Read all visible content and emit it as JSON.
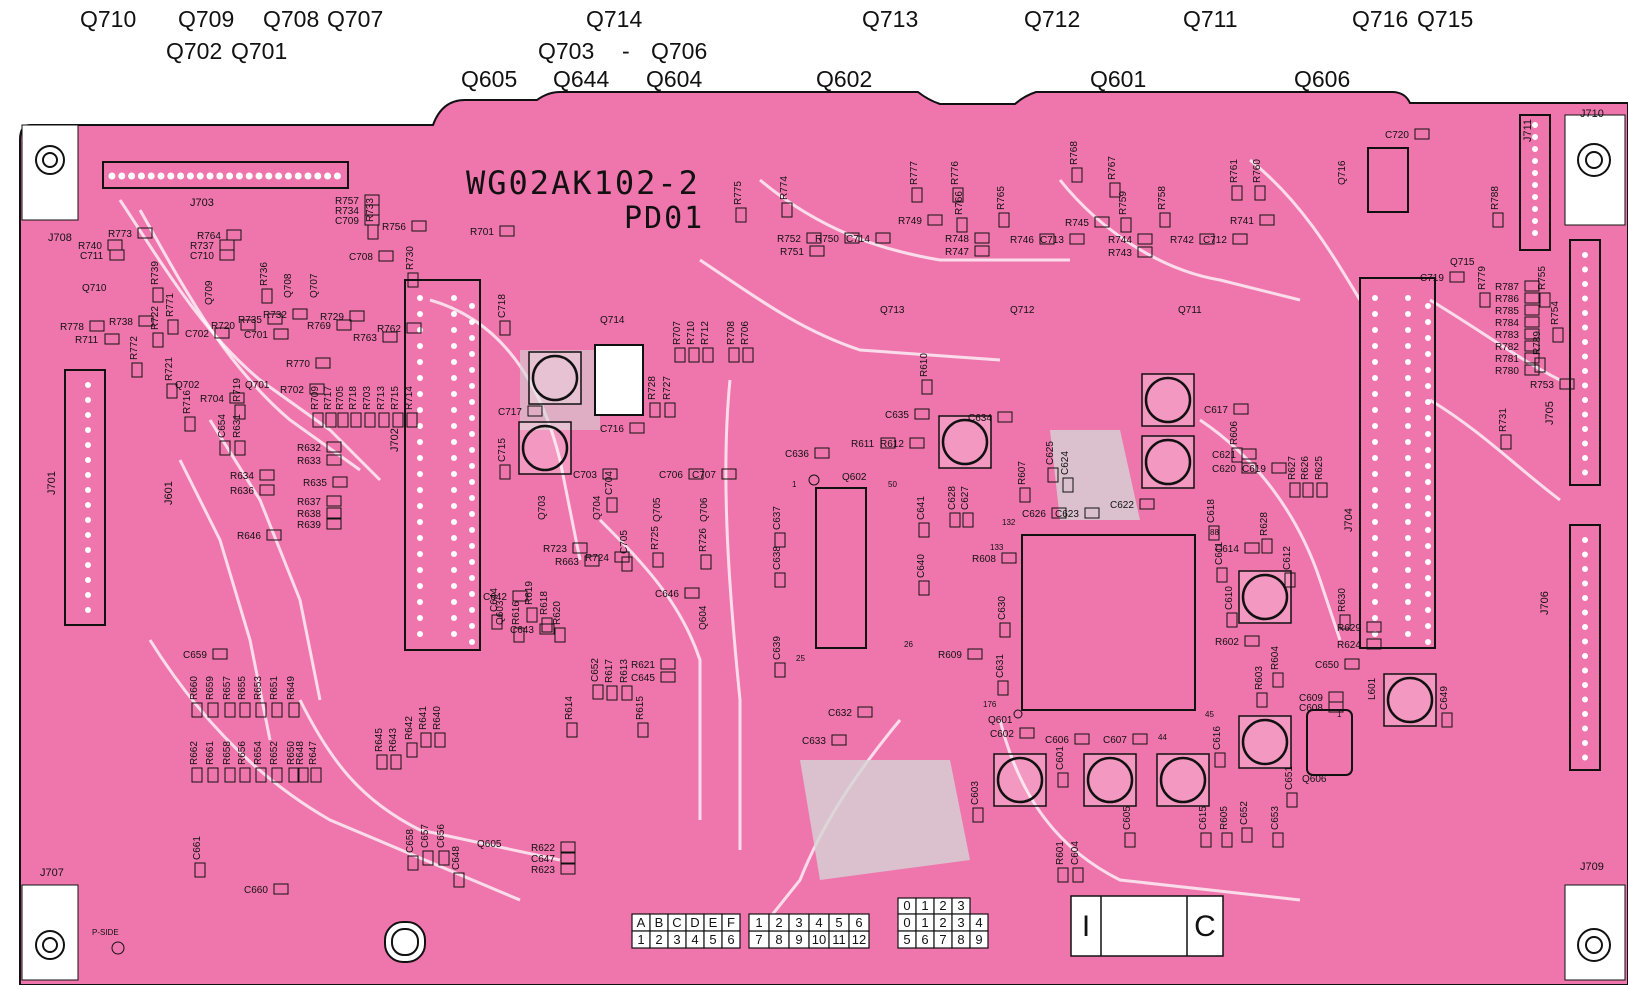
{
  "top_labels": [
    {
      "id": "q710",
      "text": "Q710"
    },
    {
      "id": "q709",
      "text": "Q709"
    },
    {
      "id": "q708",
      "text": "Q708"
    },
    {
      "id": "q707",
      "text": "Q707"
    },
    {
      "id": "q714",
      "text": "Q714"
    },
    {
      "id": "q713",
      "text": "Q713"
    },
    {
      "id": "q712",
      "text": "Q712"
    },
    {
      "id": "q711",
      "text": "Q711"
    },
    {
      "id": "q716",
      "text": "Q716"
    },
    {
      "id": "q715",
      "text": "Q715"
    },
    {
      "id": "q702",
      "text": "Q702"
    },
    {
      "id": "q701",
      "text": "Q701"
    },
    {
      "id": "q703",
      "text": "Q703"
    },
    {
      "id": "dash",
      "text": "-"
    },
    {
      "id": "q706",
      "text": "Q706"
    },
    {
      "id": "q605",
      "text": "Q605"
    },
    {
      "id": "q644",
      "text": "Q644"
    },
    {
      "id": "q604",
      "text": "Q604"
    },
    {
      "id": "q602",
      "text": "Q602"
    },
    {
      "id": "q601",
      "text": "Q601"
    },
    {
      "id": "q606",
      "text": "Q606"
    }
  ],
  "board": {
    "part_number": "WG02AK102-2",
    "board_name": "PD01",
    "side_label": "P-SIDE"
  },
  "connectors": [
    {
      "id": "j703",
      "text": "J703"
    },
    {
      "id": "j708",
      "text": "J708"
    },
    {
      "id": "j701",
      "text": "J701"
    },
    {
      "id": "j702",
      "text": "J702"
    },
    {
      "id": "j601",
      "text": "J601"
    },
    {
      "id": "j704",
      "text": "J704"
    },
    {
      "id": "j705",
      "text": "J705"
    },
    {
      "id": "j706",
      "text": "J706"
    },
    {
      "id": "j707",
      "text": "J707"
    },
    {
      "id": "j709",
      "text": "J709"
    },
    {
      "id": "j710",
      "text": "J710"
    },
    {
      "id": "j711",
      "text": "J711"
    }
  ],
  "components": [
    {
      "id": "q714b",
      "text": "Q714"
    },
    {
      "id": "q713b",
      "text": "Q713"
    },
    {
      "id": "q712b",
      "text": "Q712"
    },
    {
      "id": "q711b",
      "text": "Q711"
    },
    {
      "id": "q716b",
      "text": "Q716"
    },
    {
      "id": "q715b",
      "text": "Q715"
    },
    {
      "id": "q602b",
      "text": "Q602"
    },
    {
      "id": "q601b",
      "text": "Q601"
    },
    {
      "id": "q606b",
      "text": "Q606"
    },
    {
      "id": "q605b",
      "text": "Q605"
    },
    {
      "id": "q604b",
      "text": "Q604"
    },
    {
      "id": "q603b",
      "text": "Q603"
    },
    {
      "id": "q703b",
      "text": "Q703"
    },
    {
      "id": "q704b",
      "text": "Q704"
    },
    {
      "id": "q705b",
      "text": "Q705"
    },
    {
      "id": "q706b",
      "text": "Q706"
    },
    {
      "id": "q701b",
      "text": "Q701"
    },
    {
      "id": "q702b",
      "text": "Q702"
    },
    {
      "id": "q707b",
      "text": "Q707"
    },
    {
      "id": "q708b",
      "text": "Q708"
    },
    {
      "id": "q709b",
      "text": "Q709"
    },
    {
      "id": "q710b",
      "text": "Q710"
    },
    {
      "id": "r701",
      "text": "R701"
    },
    {
      "id": "r756",
      "text": "R756"
    },
    {
      "id": "r757",
      "text": "R757"
    },
    {
      "id": "r734",
      "text": "R734"
    },
    {
      "id": "c709",
      "text": "C709"
    },
    {
      "id": "r733",
      "text": "R733"
    },
    {
      "id": "r730",
      "text": "R730"
    },
    {
      "id": "r773",
      "text": "R773"
    },
    {
      "id": "r740",
      "text": "R740"
    },
    {
      "id": "c711",
      "text": "C711"
    },
    {
      "id": "r764",
      "text": "R764"
    },
    {
      "id": "r737",
      "text": "R737"
    },
    {
      "id": "c710",
      "text": "C710"
    },
    {
      "id": "c708",
      "text": "C708"
    },
    {
      "id": "r762",
      "text": "R762"
    },
    {
      "id": "r763",
      "text": "R763"
    },
    {
      "id": "r769",
      "text": "R769"
    },
    {
      "id": "r729",
      "text": "R729"
    },
    {
      "id": "r732",
      "text": "R732"
    },
    {
      "id": "r735",
      "text": "R735"
    },
    {
      "id": "r720",
      "text": "R720"
    },
    {
      "id": "c702",
      "text": "C702"
    },
    {
      "id": "c701",
      "text": "C701"
    },
    {
      "id": "r738",
      "text": "R738"
    },
    {
      "id": "r778",
      "text": "R778"
    },
    {
      "id": "r711",
      "text": "R711"
    },
    {
      "id": "r770",
      "text": "R770"
    },
    {
      "id": "r702",
      "text": "R702"
    },
    {
      "id": "r704",
      "text": "R704"
    },
    {
      "id": "c718",
      "text": "C718"
    },
    {
      "id": "c717",
      "text": "C717"
    },
    {
      "id": "c715",
      "text": "C715"
    },
    {
      "id": "c716",
      "text": "C716"
    },
    {
      "id": "c703",
      "text": "C703"
    },
    {
      "id": "c704",
      "text": "C704"
    },
    {
      "id": "c706",
      "text": "C706"
    },
    {
      "id": "c707",
      "text": "C707"
    },
    {
      "id": "c705",
      "text": "C705"
    },
    {
      "id": "r723",
      "text": "R723"
    },
    {
      "id": "r724",
      "text": "R724"
    },
    {
      "id": "r725",
      "text": "R725"
    },
    {
      "id": "r726",
      "text": "R726"
    },
    {
      "id": "r728",
      "text": "R728"
    },
    {
      "id": "r727",
      "text": "R727"
    },
    {
      "id": "r707",
      "text": "R707"
    },
    {
      "id": "r710",
      "text": "R710"
    },
    {
      "id": "r712",
      "text": "R712"
    },
    {
      "id": "r708",
      "text": "R708"
    },
    {
      "id": "r706",
      "text": "R706"
    },
    {
      "id": "r775",
      "text": "R775"
    },
    {
      "id": "r774",
      "text": "R774"
    },
    {
      "id": "r752",
      "text": "R752"
    },
    {
      "id": "r751",
      "text": "R751"
    },
    {
      "id": "r750",
      "text": "R750"
    },
    {
      "id": "c714",
      "text": "C714"
    },
    {
      "id": "r749",
      "text": "R749"
    },
    {
      "id": "r777",
      "text": "R777"
    },
    {
      "id": "r776",
      "text": "R776"
    },
    {
      "id": "r766",
      "text": "R766"
    },
    {
      "id": "r765",
      "text": "R765"
    },
    {
      "id": "r748",
      "text": "R748"
    },
    {
      "id": "r747",
      "text": "R747"
    },
    {
      "id": "r746",
      "text": "R746"
    },
    {
      "id": "c713",
      "text": "C713"
    },
    {
      "id": "r745",
      "text": "R745"
    },
    {
      "id": "r768",
      "text": "R768"
    },
    {
      "id": "r767",
      "text": "R767"
    },
    {
      "id": "r759",
      "text": "R759"
    },
    {
      "id": "r758",
      "text": "R758"
    },
    {
      "id": "r744",
      "text": "R744"
    },
    {
      "id": "r743",
      "text": "R743"
    },
    {
      "id": "r742",
      "text": "R742"
    },
    {
      "id": "c712",
      "text": "C712"
    },
    {
      "id": "r741",
      "text": "R741"
    },
    {
      "id": "r761",
      "text": "R761"
    },
    {
      "id": "r760",
      "text": "R760"
    },
    {
      "id": "c720",
      "text": "C720"
    },
    {
      "id": "c719",
      "text": "C719"
    },
    {
      "id": "r788",
      "text": "R788"
    },
    {
      "id": "r779",
      "text": "R779"
    },
    {
      "id": "r787",
      "text": "R787"
    },
    {
      "id": "r786",
      "text": "R786"
    },
    {
      "id": "r785",
      "text": "R785"
    },
    {
      "id": "r784",
      "text": "R784"
    },
    {
      "id": "r783",
      "text": "R783"
    },
    {
      "id": "r782",
      "text": "R782"
    },
    {
      "id": "r781",
      "text": "R781"
    },
    {
      "id": "r780",
      "text": "R780"
    },
    {
      "id": "r755",
      "text": "R755"
    },
    {
      "id": "r754",
      "text": "R754"
    },
    {
      "id": "r789",
      "text": "R789"
    },
    {
      "id": "r753",
      "text": "R753"
    },
    {
      "id": "r731",
      "text": "R731"
    },
    {
      "id": "r610",
      "text": "R610"
    },
    {
      "id": "c635",
      "text": "C635"
    },
    {
      "id": "c634",
      "text": "C634"
    },
    {
      "id": "c636",
      "text": "C636"
    },
    {
      "id": "r611",
      "text": "R611"
    },
    {
      "id": "r612",
      "text": "R612"
    },
    {
      "id": "c637",
      "text": "C637"
    },
    {
      "id": "c638",
      "text": "C638"
    },
    {
      "id": "c639",
      "text": "C639"
    },
    {
      "id": "c641",
      "text": "C641"
    },
    {
      "id": "c640",
      "text": "C640"
    },
    {
      "id": "c628",
      "text": "C628"
    },
    {
      "id": "c627",
      "text": "C627"
    },
    {
      "id": "r608",
      "text": "R608"
    },
    {
      "id": "c630",
      "text": "C630"
    },
    {
      "id": "r609",
      "text": "R609"
    },
    {
      "id": "c631",
      "text": "C631"
    },
    {
      "id": "r607",
      "text": "R607"
    },
    {
      "id": "c625",
      "text": "C625"
    },
    {
      "id": "c624",
      "text": "C624"
    },
    {
      "id": "c626",
      "text": "C626"
    },
    {
      "id": "c623",
      "text": "C623"
    },
    {
      "id": "c622",
      "text": "C622"
    },
    {
      "id": "c617",
      "text": "C617"
    },
    {
      "id": "r606",
      "text": "R606"
    },
    {
      "id": "c621",
      "text": "C621"
    },
    {
      "id": "c620",
      "text": "C620"
    },
    {
      "id": "c619",
      "text": "C619"
    },
    {
      "id": "c618",
      "text": "C618"
    },
    {
      "id": "r627",
      "text": "R627"
    },
    {
      "id": "r626",
      "text": "R626"
    },
    {
      "id": "r625",
      "text": "R625"
    },
    {
      "id": "r628",
      "text": "R628"
    },
    {
      "id": "c614",
      "text": "C614"
    },
    {
      "id": "c611",
      "text": "C611"
    },
    {
      "id": "c612",
      "text": "C612"
    },
    {
      "id": "c610",
      "text": "C610"
    },
    {
      "id": "r630",
      "text": "R630"
    },
    {
      "id": "r629",
      "text": "R629"
    },
    {
      "id": "r624",
      "text": "R624"
    },
    {
      "id": "r602",
      "text": "R602"
    },
    {
      "id": "r604",
      "text": "R604"
    },
    {
      "id": "r603",
      "text": "R603"
    },
    {
      "id": "c650",
      "text": "C650"
    },
    {
      "id": "l601",
      "text": "L601"
    },
    {
      "id": "c609",
      "text": "C609"
    },
    {
      "id": "c608",
      "text": "C608"
    },
    {
      "id": "c649",
      "text": "C649"
    },
    {
      "id": "c616",
      "text": "C616"
    },
    {
      "id": "c602",
      "text": "C602"
    },
    {
      "id": "c606",
      "text": "C606"
    },
    {
      "id": "c607",
      "text": "C607"
    },
    {
      "id": "c632",
      "text": "C632"
    },
    {
      "id": "c633",
      "text": "C633"
    },
    {
      "id": "c603",
      "text": "C603"
    },
    {
      "id": "c601",
      "text": "C601"
    },
    {
      "id": "c605",
      "text": "C605"
    },
    {
      "id": "c615",
      "text": "C615"
    },
    {
      "id": "r605",
      "text": "R605"
    },
    {
      "id": "c652",
      "text": "C652"
    },
    {
      "id": "c653",
      "text": "C653"
    },
    {
      "id": "c651",
      "text": "C651"
    },
    {
      "id": "r601",
      "text": "R601"
    },
    {
      "id": "c604",
      "text": "C604"
    },
    {
      "id": "c654",
      "text": "C654"
    },
    {
      "id": "r631",
      "text": "R631"
    },
    {
      "id": "r632",
      "text": "R632"
    },
    {
      "id": "r633",
      "text": "R633"
    },
    {
      "id": "r634",
      "text": "R634"
    },
    {
      "id": "r635",
      "text": "R635"
    },
    {
      "id": "r636",
      "text": "R636"
    },
    {
      "id": "r637",
      "text": "R637"
    },
    {
      "id": "r638",
      "text": "R638"
    },
    {
      "id": "r639",
      "text": "R639"
    },
    {
      "id": "r646",
      "text": "R646"
    },
    {
      "id": "c659",
      "text": "C659"
    },
    {
      "id": "r660",
      "text": "R660"
    },
    {
      "id": "r659",
      "text": "R659"
    },
    {
      "id": "r657",
      "text": "R657"
    },
    {
      "id": "r655",
      "text": "R655"
    },
    {
      "id": "r653",
      "text": "R653"
    },
    {
      "id": "r651",
      "text": "R651"
    },
    {
      "id": "r649",
      "text": "R649"
    },
    {
      "id": "r662",
      "text": "R662"
    },
    {
      "id": "r661",
      "text": "R661"
    },
    {
      "id": "r658",
      "text": "R658"
    },
    {
      "id": "r656",
      "text": "R656"
    },
    {
      "id": "r654",
      "text": "R654"
    },
    {
      "id": "r652",
      "text": "R652"
    },
    {
      "id": "r650",
      "text": "R650"
    },
    {
      "id": "r648",
      "text": "R648"
    },
    {
      "id": "r647",
      "text": "R647"
    },
    {
      "id": "r645",
      "text": "R645"
    },
    {
      "id": "r643",
      "text": "R643"
    },
    {
      "id": "r642",
      "text": "R642"
    },
    {
      "id": "r641",
      "text": "R641"
    },
    {
      "id": "r640",
      "text": "R640"
    },
    {
      "id": "c661",
      "text": "C661"
    },
    {
      "id": "c660",
      "text": "C660"
    },
    {
      "id": "c658",
      "text": "C658"
    },
    {
      "id": "c657",
      "text": "C657"
    },
    {
      "id": "c656",
      "text": "C656"
    },
    {
      "id": "c648",
      "text": "C648"
    },
    {
      "id": "r622",
      "text": "R622"
    },
    {
      "id": "c647",
      "text": "C647"
    },
    {
      "id": "r623",
      "text": "R623"
    },
    {
      "id": "c642",
      "text": "C642"
    },
    {
      "id": "c644",
      "text": "C644"
    },
    {
      "id": "r619",
      "text": "R619"
    },
    {
      "id": "r616",
      "text": "R616"
    },
    {
      "id": "r618",
      "text": "R618"
    },
    {
      "id": "r620",
      "text": "R620"
    },
    {
      "id": "c643",
      "text": "C643"
    },
    {
      "id": "r663",
      "text": "R663"
    },
    {
      "id": "c646",
      "text": "C646"
    },
    {
      "id": "c652b",
      "text": "C652"
    },
    {
      "id": "r617",
      "text": "R617"
    },
    {
      "id": "r613",
      "text": "R613"
    },
    {
      "id": "r621",
      "text": "R621"
    },
    {
      "id": "c645",
      "text": "C645"
    },
    {
      "id": "r614",
      "text": "R614"
    },
    {
      "id": "r615",
      "text": "R615"
    },
    {
      "id": "r772",
      "text": "R772"
    },
    {
      "id": "r722",
      "text": "R722"
    },
    {
      "id": "r771",
      "text": "R771"
    },
    {
      "id": "r739",
      "text": "R739"
    },
    {
      "id": "r721",
      "text": "R721"
    },
    {
      "id": "r716",
      "text": "R716"
    },
    {
      "id": "r719",
      "text": "R719"
    },
    {
      "id": "r736",
      "text": "R736"
    },
    {
      "id": "r709",
      "text": "R709"
    },
    {
      "id": "r717",
      "text": "R717"
    },
    {
      "id": "r705",
      "text": "R705"
    },
    {
      "id": "r718",
      "text": "R718"
    },
    {
      "id": "r703",
      "text": "R703"
    },
    {
      "id": "r713",
      "text": "R713"
    },
    {
      "id": "r715",
      "text": "R715"
    },
    {
      "id": "r714",
      "text": "R714"
    }
  ],
  "pin_numbers": [
    {
      "id": "p1",
      "text": "1"
    },
    {
      "id": "p50",
      "text": "50"
    },
    {
      "id": "p25",
      "text": "25"
    },
    {
      "id": "p26",
      "text": "26"
    },
    {
      "id": "p132",
      "text": "132"
    },
    {
      "id": "p133",
      "text": "133"
    },
    {
      "id": "p88",
      "text": "88"
    },
    {
      "id": "p176",
      "text": "176"
    },
    {
      "id": "p45",
      "text": "45"
    },
    {
      "id": "p44",
      "text": "44"
    },
    {
      "id": "p1b",
      "text": "1"
    }
  ],
  "grid_tables": {
    "letters": [
      "A",
      "B",
      "C",
      "D",
      "E",
      "F"
    ],
    "row1": [
      "1",
      "2",
      "3",
      "4",
      "5",
      "6"
    ],
    "row2": [
      "7",
      "8",
      "9",
      "10",
      "11",
      "12"
    ],
    "t3_top": [
      "0",
      "1",
      "2",
      "3",
      ""
    ],
    "t3_mid": [
      "0",
      "1",
      "2",
      "3",
      "4"
    ],
    "t3_bot": [
      "5",
      "6",
      "7",
      "8",
      "9"
    ],
    "ic_left": "I",
    "ic_right": "C"
  },
  "colors": {
    "board": "#ef76ad",
    "silk": "#ffffff",
    "copper": "#c9c9c9",
    "outline": "#111111"
  }
}
